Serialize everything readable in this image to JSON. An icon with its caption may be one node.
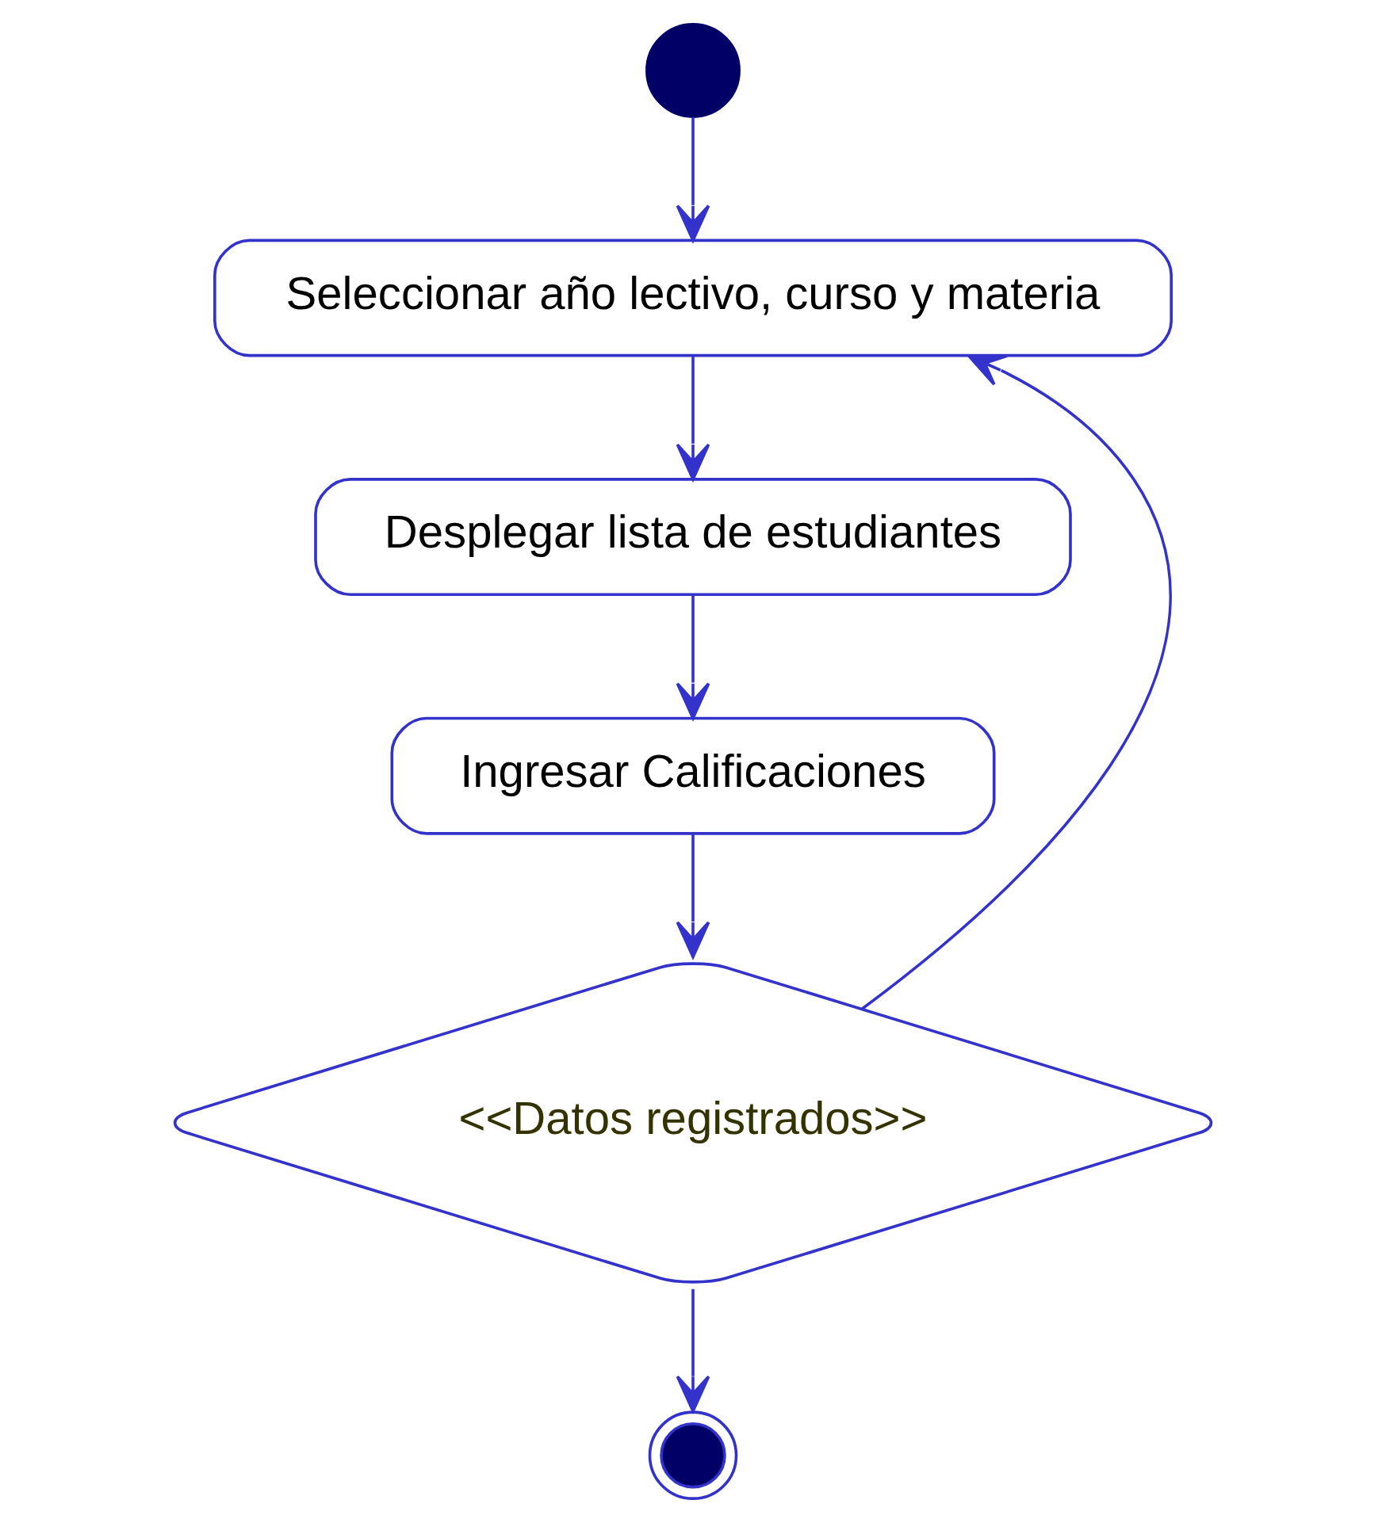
{
  "diagram": {
    "nodes": [
      {
        "text": [],
        "shape": "circle"
      },
      {
        "text": [
          "Seleccionar año lectivo, curso y materia"
        ]
      },
      {
        "text": [
          "Desplegar lista de estudiantes"
        ]
      },
      {
        "text": [
          "Ingresar Calificaciones"
        ]
      },
      {
        "text": [
          "<<Datos registrados>>"
        ]
      },
      {
        "text": [],
        "shape": "circle"
      }
    ],
    "edges": [
      {
        "from": 0,
        "to": 1,
        "arrow": "to"
      },
      {
        "from": 1,
        "to": 2,
        "arrow": "to"
      },
      {
        "from": 2,
        "to": 3,
        "arrow": "to"
      },
      {
        "from": 3,
        "to": 4,
        "arrow": "to"
      },
      {
        "from": 4,
        "to": 1,
        "arrow": "to"
      },
      {
        "from": 4,
        "to": 5,
        "arrow": "to"
      }
    ]
  }
}
